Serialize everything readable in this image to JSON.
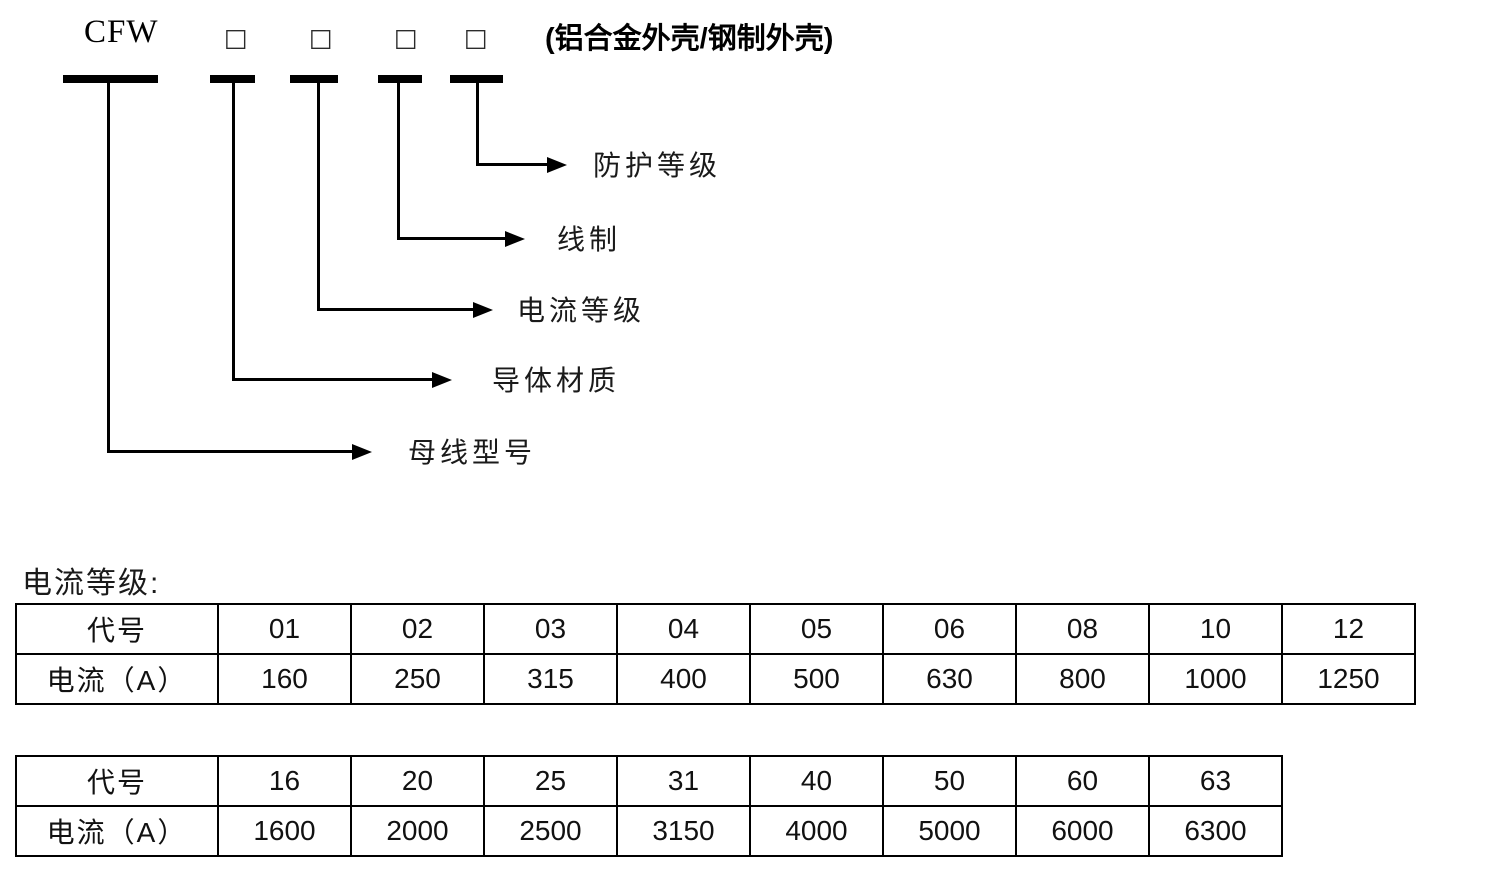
{
  "colors": {
    "ink": "#000000",
    "background": "#ffffff"
  },
  "diagram": {
    "model_prefix": "CFW",
    "placeholder_glyph": "□",
    "shell_note": "(铝合金外壳/钢制外壳)",
    "connectors": [
      {
        "label": "防护等级"
      },
      {
        "label": "线制"
      },
      {
        "label": "电流等级"
      },
      {
        "label": "导体材质"
      },
      {
        "label": "母线型号"
      }
    ]
  },
  "section": {
    "heading": "电流等级:"
  },
  "current_tables": [
    {
      "header_code": "代号",
      "header_current": "电流（A）",
      "codes": [
        "01",
        "02",
        "03",
        "04",
        "05",
        "06",
        "08",
        "10",
        "12"
      ],
      "currents": [
        "160",
        "250",
        "315",
        "400",
        "500",
        "630",
        "800",
        "1000",
        "1250"
      ]
    },
    {
      "header_code": "代号",
      "header_current": "电流（A）",
      "codes": [
        "16",
        "20",
        "25",
        "31",
        "40",
        "50",
        "60",
        "63"
      ],
      "currents": [
        "1600",
        "2000",
        "2500",
        "3150",
        "4000",
        "5000",
        "6000",
        "6300"
      ]
    }
  ]
}
